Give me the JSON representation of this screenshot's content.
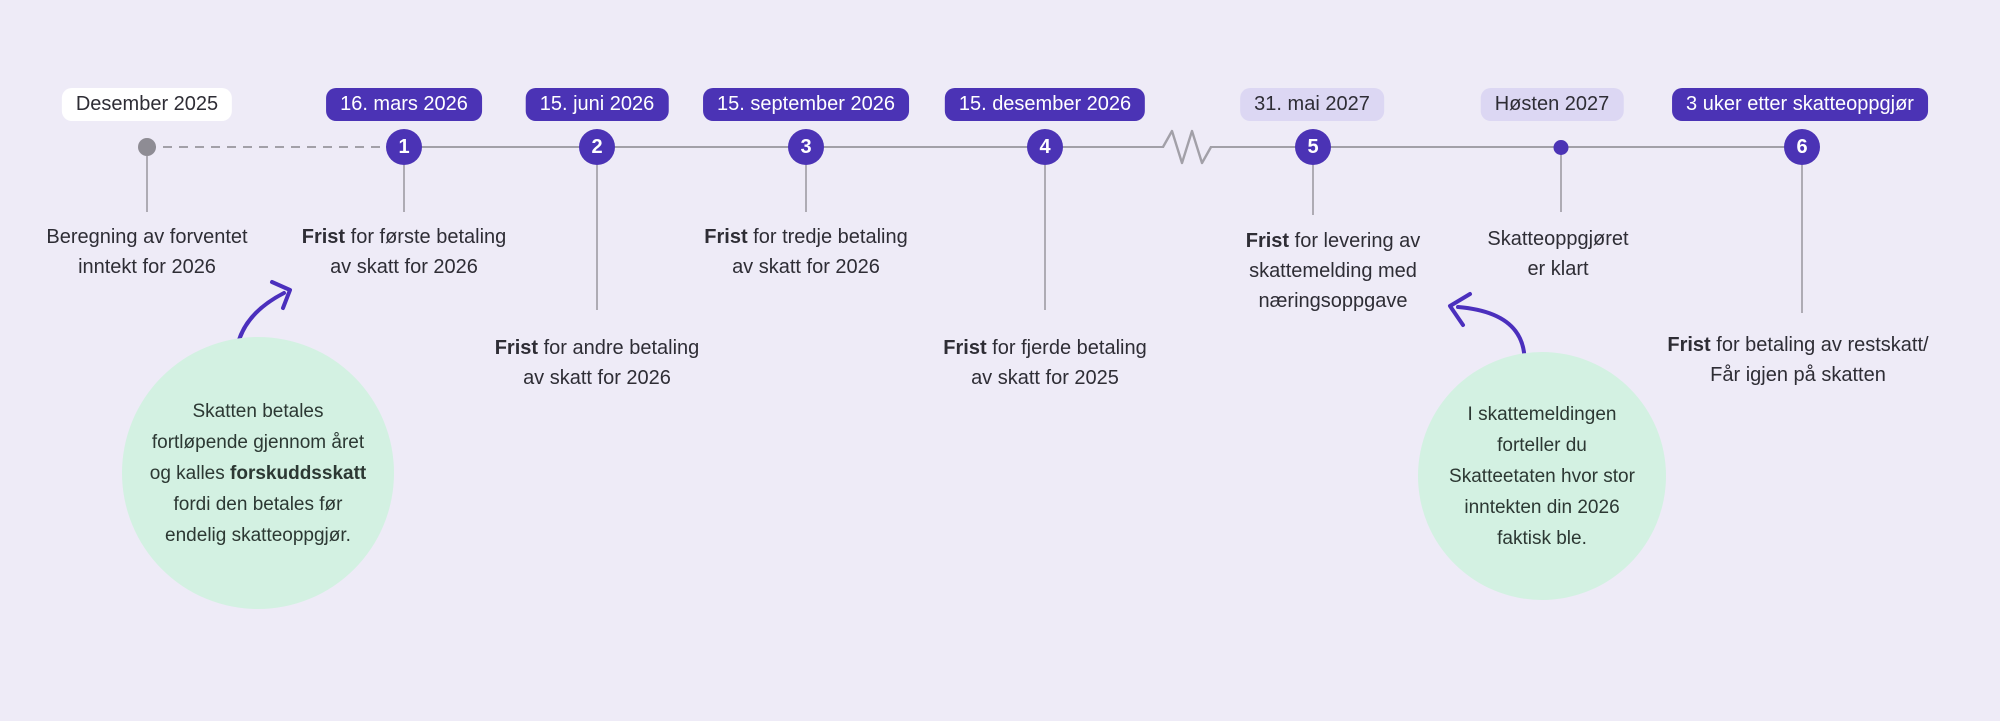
{
  "colors": {
    "background": "#EEEBF7",
    "accent_purple": "#4B33B5",
    "badge_light_bg": "#DCD7F3",
    "badge_white_bg": "#FFFFFF",
    "callout_green_bg": "#D3F1E2",
    "line_gray": "#A2A0A8",
    "marker_gray": "#8E8C94",
    "text_dark": "#2E2D35",
    "callout_text": "#2C3833",
    "arrow_purple": "#4B2FBD"
  },
  "timeline": {
    "points": [
      {
        "id": "start",
        "date": "Desember 2025",
        "badge_style": "white",
        "marker": "gray-dot",
        "label_bold": "",
        "label_lines": [
          "Beregning av forventet",
          "inntekt for 2026"
        ]
      },
      {
        "id": "1",
        "number": "1",
        "date": "16. mars 2026",
        "badge_style": "purple",
        "marker": "number",
        "label_bold": "Frist",
        "label_lines": [
          " for første betaling",
          "av skatt for 2026"
        ]
      },
      {
        "id": "2",
        "number": "2",
        "date": "15. juni 2026",
        "badge_style": "purple",
        "marker": "number",
        "label_bold": "Frist",
        "label_lines": [
          " for andre betaling",
          "av skatt for 2026"
        ]
      },
      {
        "id": "3",
        "number": "3",
        "date": "15. september 2026",
        "badge_style": "purple",
        "marker": "number",
        "label_bold": "Frist",
        "label_lines": [
          " for tredje betaling",
          "av skatt for 2026"
        ]
      },
      {
        "id": "4",
        "number": "4",
        "date": "15. desember 2026",
        "badge_style": "purple",
        "marker": "number",
        "label_bold": "Frist",
        "label_lines": [
          " for fjerde betaling",
          "av skatt for 2025"
        ]
      },
      {
        "id": "5",
        "number": "5",
        "date": "31. mai 2027",
        "badge_style": "light",
        "marker": "number",
        "label_bold": "Frist",
        "label_lines": [
          " for levering av",
          "skattemelding med",
          "næringsoppgave"
        ]
      },
      {
        "id": "settlement",
        "date": "Høsten 2027",
        "badge_style": "light",
        "marker": "small-purple-dot",
        "label_bold": "",
        "label_lines": [
          "Skatteoppgjøret",
          "er klart"
        ]
      },
      {
        "id": "6",
        "number": "6",
        "date": "3 uker etter skatteoppgjør",
        "badge_style": "purple",
        "marker": "number",
        "label_bold": "Frist",
        "label_lines": [
          " for betaling av restskatt/",
          "Får igjen på skatten"
        ]
      }
    ]
  },
  "callouts": {
    "left": {
      "line1": "Skatten betales",
      "line2": "fortløpende gjennom året",
      "line3_pre": "og kalles ",
      "line3_bold": "forskuddsskatt",
      "line4": "fordi den betales før",
      "line5": "endelig skatteoppgjør."
    },
    "right": {
      "line1": "I skattemeldingen",
      "line2": "forteller du",
      "line3": "Skatteetaten hvor stor",
      "line4": "inntekten din 2026",
      "line5": "faktisk ble."
    }
  }
}
